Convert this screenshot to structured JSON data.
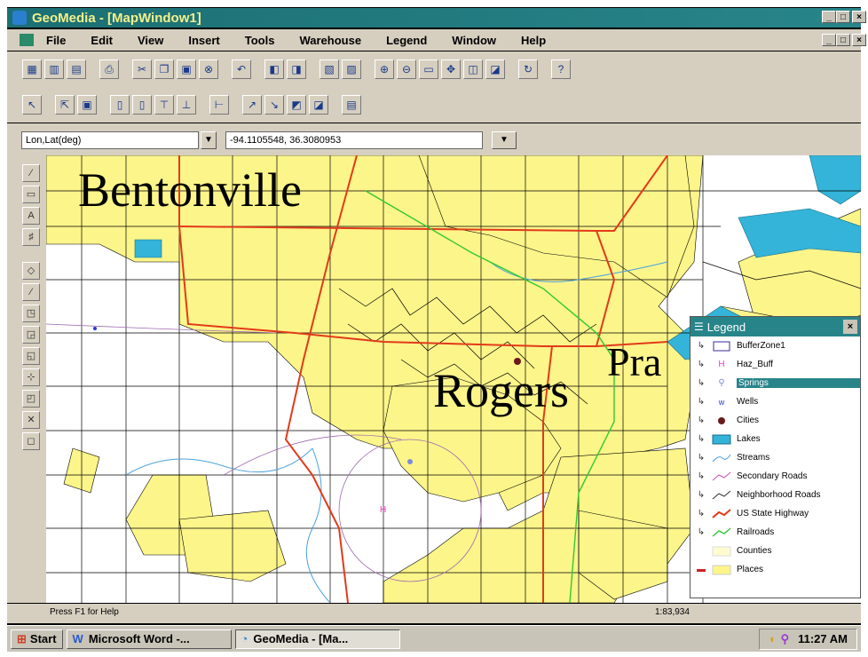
{
  "window": {
    "title": "GeoMedia - [MapWindow1]",
    "controls": [
      "_",
      "□",
      "×"
    ],
    "mdi_controls": [
      "_",
      "□",
      "×"
    ]
  },
  "menu": [
    "File",
    "Edit",
    "View",
    "Insert",
    "Tools",
    "Warehouse",
    "Legend",
    "Window",
    "Help"
  ],
  "coordinates": {
    "system": "Lon,Lat(deg)",
    "value": "-94.1105548, 36.3080953"
  },
  "map": {
    "labels": [
      "Bentonville",
      "Rogers",
      "Pra"
    ],
    "colors": {
      "places": "#fcf58a",
      "highway": "#e23a1a",
      "lakes": "#33b4d8",
      "railroad": "#32c832",
      "roads": "#000000"
    }
  },
  "legend": {
    "title": "Legend",
    "close": "×",
    "items": [
      {
        "label": "BufferZone1",
        "symbol": "buffer-zone-icon",
        "selected": false
      },
      {
        "label": "Haz_Buff",
        "symbol": "hazard-icon",
        "selected": false
      },
      {
        "label": "Springs",
        "symbol": "spring-icon",
        "selected": true
      },
      {
        "label": "Wells",
        "symbol": "well-icon",
        "selected": false
      },
      {
        "label": "Cities",
        "symbol": "city-dot-icon",
        "selected": false
      },
      {
        "label": "Lakes",
        "symbol": "lake-icon",
        "selected": false
      },
      {
        "label": "Streams",
        "symbol": "stream-icon",
        "selected": false
      },
      {
        "label": "Secondary Roads",
        "symbol": "secondary-road-icon",
        "selected": false
      },
      {
        "label": "Neighborhood Roads",
        "symbol": "neighborhood-road-icon",
        "selected": false
      },
      {
        "label": "US State Highway",
        "symbol": "highway-icon",
        "selected": false
      },
      {
        "label": "Railroads",
        "symbol": "railroad-icon",
        "selected": false
      },
      {
        "label": "Counties",
        "symbol": "county-icon",
        "selected": false
      },
      {
        "label": "Places",
        "symbol": "place-icon",
        "selected": false
      }
    ]
  },
  "status": {
    "help": "Press F1 for Help",
    "scale": "1:83,934"
  },
  "taskbar": {
    "start": "Start",
    "tasks": [
      "Microsoft Word -...",
      "GeoMedia - [Ma..."
    ],
    "time": "11:27 AM"
  }
}
